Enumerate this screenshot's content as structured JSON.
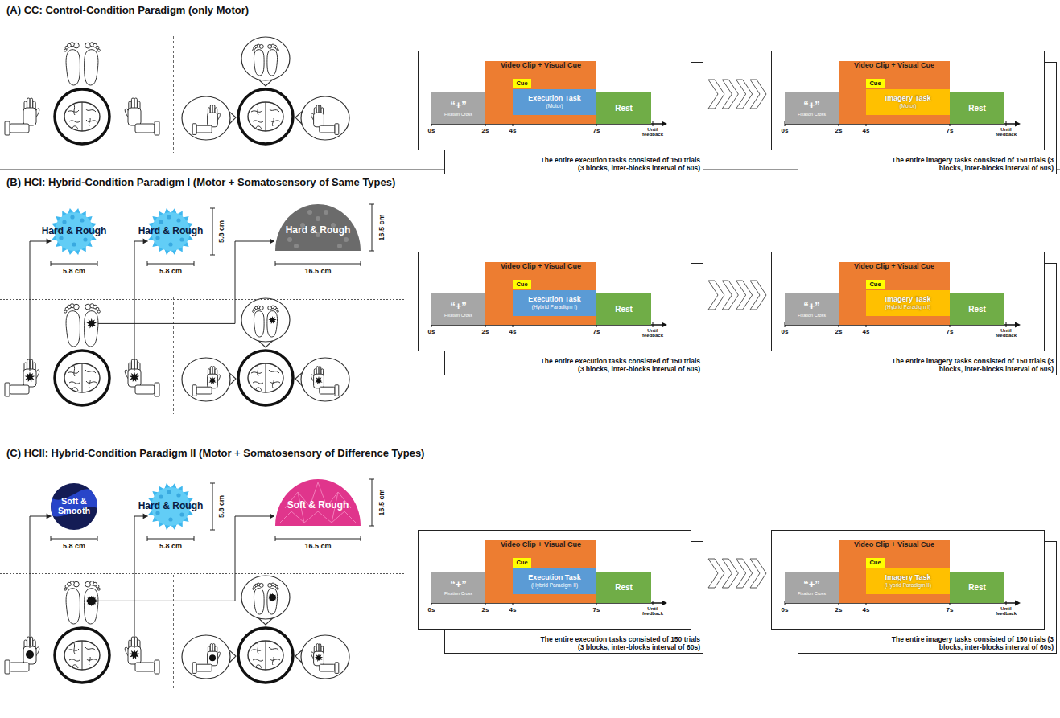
{
  "diagram": {
    "nodes": [
      {
        "text": [
          "The entire execution tasks consisted of 150 trials (3 blocks, inter-blocks interval of 60s)"
        ]
      },
      {
        "text": [
          "“+”",
          "Fixation Cross"
        ],
        "in": 0
      },
      {
        "text": [
          "Video Clip + Visual Cue"
        ],
        "in": 0
      },
      {
        "text": [
          "Cue"
        ],
        "in": 2
      },
      {
        "text": [
          "Execution Task",
          "(Motor)"
        ],
        "in": 2
      },
      {
        "text": [
          "Rest"
        ],
        "in": 0
      },
      {
        "text": [
          "The entire imagery tasks consisted of 150 trials (3 blocks, inter-blocks interval of 60s)"
        ]
      },
      {
        "text": [
          "“+”",
          "Fixation Cross"
        ],
        "in": 6
      },
      {
        "text": [
          "Video Clip + Visual Cue"
        ],
        "in": 6
      },
      {
        "text": [
          "Cue"
        ],
        "in": 8
      },
      {
        "text": [
          "Imagery Task",
          "(Motor)"
        ],
        "in": 8
      },
      {
        "text": [
          "Rest"
        ],
        "in": 6
      },
      {
        "text": [
          "Hard & Rough"
        ]
      },
      {
        "text": [
          "Hard & Rough"
        ]
      },
      {
        "text": [
          "Hard & Rough"
        ]
      },
      {
        "text": [
          "The entire execution tasks consisted of 150 trials (3 blocks, inter-blocks interval of 60s)"
        ]
      },
      {
        "text": [
          "“+”",
          "Fixation Cross"
        ],
        "in": 15
      },
      {
        "text": [
          "Video Clip + Visual Cue"
        ],
        "in": 15
      },
      {
        "text": [
          "Cue"
        ],
        "in": 17
      },
      {
        "text": [
          "Execution Task",
          "(Hybrid Paradigm I)"
        ],
        "in": 17
      },
      {
        "text": [
          "Rest"
        ],
        "in": 15
      },
      {
        "text": [
          "The entire imagery tasks consisted of 150 trials (3 blocks, inter-blocks interval of 60s)"
        ]
      },
      {
        "text": [
          "“+”",
          "Fixation Cross"
        ],
        "in": 21
      },
      {
        "text": [
          "Video Clip + Visual Cue"
        ],
        "in": 21
      },
      {
        "text": [
          "Cue"
        ],
        "in": 23
      },
      {
        "text": [
          "Imagery Task",
          "(Hybrid Paradigm I)"
        ],
        "in": 23
      },
      {
        "text": [
          "Rest"
        ],
        "in": 21
      },
      {
        "text": [
          "Soft & Smooth"
        ]
      },
      {
        "text": [
          "Hard & Rough"
        ]
      },
      {
        "text": [
          "Soft & Rough"
        ]
      },
      {
        "text": [
          "The entire execution tasks consisted of 150 trials (3 blocks, inter-blocks interval of 60s)"
        ]
      },
      {
        "text": [
          "“+”",
          "Fixation Cross"
        ],
        "in": 30
      },
      {
        "text": [
          "Video Clip + Visual Cue"
        ],
        "in": 30
      },
      {
        "text": [
          "Cue"
        ],
        "in": 32
      },
      {
        "text": [
          "Execution Task",
          "(Hybrid Paradigm II)"
        ],
        "in": 32
      },
      {
        "text": [
          "Rest"
        ],
        "in": 30
      },
      {
        "text": [
          "The entire imagery tasks consisted of 150 trials (3 blocks, inter-blocks interval of 60s)"
        ]
      },
      {
        "text": [
          "“+”",
          "Fixation Cross"
        ],
        "in": 36
      },
      {
        "text": [
          "Video Clip + Visual Cue"
        ],
        "in": 36
      },
      {
        "text": [
          "Cue"
        ],
        "in": 38
      },
      {
        "text": [
          "Imagery Task",
          "(Hybrid Paradigm II)"
        ],
        "in": 38
      },
      {
        "text": [
          "Rest"
        ],
        "in": 36
      }
    ],
    "edges": [
      {
        "from": 0,
        "to": 6,
        "arrow": "to"
      },
      {
        "from": 15,
        "to": 21,
        "arrow": "to"
      },
      {
        "from": 30,
        "to": 36,
        "arrow": "to"
      }
    ],
    "labels": [
      "(A) CC: Control-Condition Paradigm (only Motor)",
      "0s",
      "2s",
      "4s",
      "7s",
      "Until feedback",
      "0s",
      "2s",
      "4s",
      "7s",
      "Until feedback",
      "(B) HCI: Hybrid-Condition Paradigm I (Motor + Somatosensory of Same Types)",
      "5.8 cm",
      "5.8 cm",
      "5.8 cm",
      "16.5 cm",
      "16.5 cm",
      "0s",
      "2s",
      "4s",
      "7s",
      "Until feedback",
      "0s",
      "2s",
      "4s",
      "7s",
      "Until feedback",
      "(C) HCII: Hybrid-Condition Paradigm II (Motor + Somatosensory of Difference Types)",
      "5.8 cm",
      "5.8 cm",
      "5.8 cm",
      "16.5 cm",
      "16.5 cm",
      "0s",
      "2s",
      "4s",
      "7s",
      "Until feedback",
      "0s",
      "2s",
      "4s",
      "7s",
      "Until feedback"
    ]
  }
}
